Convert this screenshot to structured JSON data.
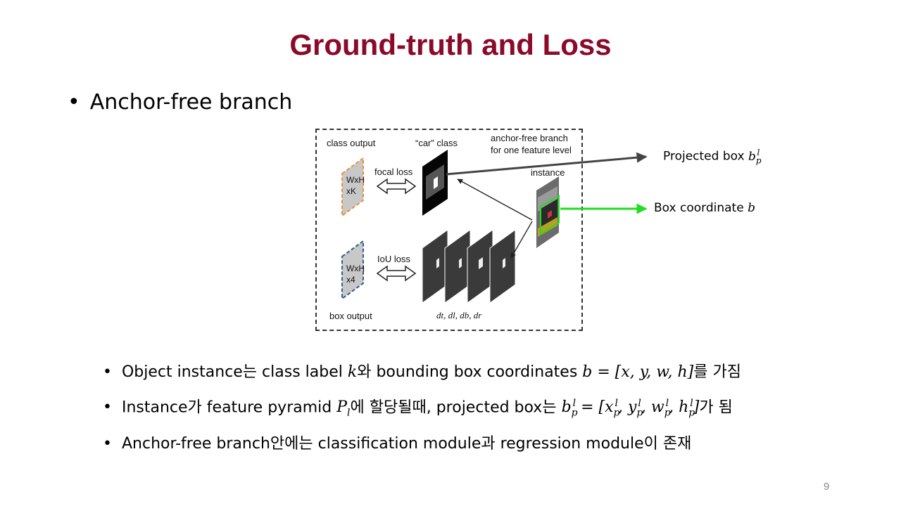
{
  "slide": {
    "title": "Ground-truth and Loss",
    "bullet_main": "Anchor-free branch",
    "page_number": "9"
  },
  "figure": {
    "labels": {
      "class_output": "class output",
      "car_class": "“car” class",
      "branch_line1": "anchor-free branch",
      "branch_line2": "for one feature level",
      "instance": "instance",
      "focal_loss": "focal loss",
      "iou_loss": "IoU loss",
      "box_output": "box output",
      "wxh_k_line1": "WxH",
      "wxh_k_line2": "xK",
      "wxh_4_line1": "WxH",
      "wxh_4_line2": "x4",
      "distances": "dt, dl, db, dr"
    },
    "colors": {
      "class_output": "#E8913A",
      "box_output": "#2F5A8A",
      "box_coordinate_arrow": "#22DD22",
      "projected_arrow": "#444444"
    }
  },
  "annotations": {
    "projected_box": "Projected box",
    "projected_box_math": "bpl",
    "box_coordinate": "Box coordinate",
    "box_coordinate_math": "b"
  },
  "bullets": [
    {
      "text_a": "Object instance는 class label ",
      "math_a": "k",
      "text_b": "와 bounding box coordinates ",
      "math_b": "b = [x, y, w, h]",
      "text_c": "를 가짐"
    },
    {
      "text_a": "Instance가 feature pyramid ",
      "math_a": "Pl",
      "text_b": "에 할당될때, projected box는 ",
      "math_b": "bpl = [xpl, ypl, wpl, hpl]",
      "text_c": "가 됨"
    },
    {
      "text_a": "Anchor-free branch안에는 classification module과 regression module이 존재"
    }
  ]
}
